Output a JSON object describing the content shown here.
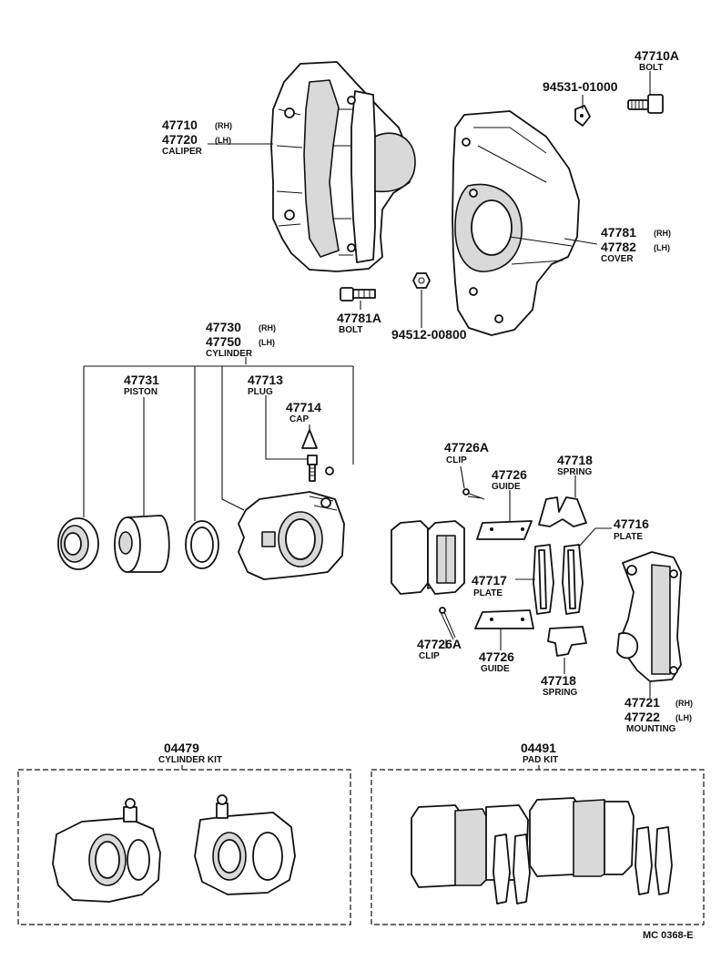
{
  "diagram_code": "MC 0368-E",
  "parts": {
    "bolt_top": {
      "number": "47710A",
      "name": "BOLT"
    },
    "washer_top": {
      "number": "94531-01000"
    },
    "caliper": {
      "number_rh": "47710",
      "side_rh": "(RH)",
      "number_lh": "47720",
      "side_lh": "(LH)",
      "name": "CALIPER"
    },
    "cover": {
      "number_rh": "47781",
      "side_rh": "(RH)",
      "number_lh": "47782",
      "side_lh": "(LH)",
      "name": "COVER"
    },
    "bolt_cover": {
      "number": "47781A",
      "name": "BOLT"
    },
    "nut_cover": {
      "number": "94512-00800"
    },
    "cylinder": {
      "number_rh": "47730",
      "side_rh": "(RH)",
      "number_lh": "47750",
      "side_lh": "(LH)",
      "name": "CYLINDER"
    },
    "piston": {
      "number": "47731",
      "name": "PISTON"
    },
    "plug": {
      "number": "47713",
      "name": "PLUG"
    },
    "cap": {
      "number": "47714",
      "name": "CAP"
    },
    "clip_top": {
      "number": "47726A",
      "name": "CLIP"
    },
    "guide_top": {
      "number": "47726",
      "name": "GUIDE"
    },
    "spring_top": {
      "number": "47718",
      "name": "SPRING"
    },
    "plate_right": {
      "number": "47716",
      "name": "PLATE"
    },
    "plate_mid": {
      "number": "47717",
      "name": "PLATE"
    },
    "clip_bottom": {
      "number": "47726A",
      "name": "CLIP"
    },
    "guide_bottom": {
      "number": "47726",
      "name": "GUIDE"
    },
    "spring_bottom": {
      "number": "47718",
      "name": "SPRING"
    },
    "mounting": {
      "number_rh": "47721",
      "side_rh": "(RH)",
      "number_lh": "47722",
      "side_lh": "(LH)",
      "name": "MOUNTING"
    }
  },
  "kits": {
    "cylinder_kit": {
      "number": "04479",
      "name": "CYLINDER KIT"
    },
    "pad_kit": {
      "number": "04491",
      "name": "PAD KIT"
    }
  }
}
